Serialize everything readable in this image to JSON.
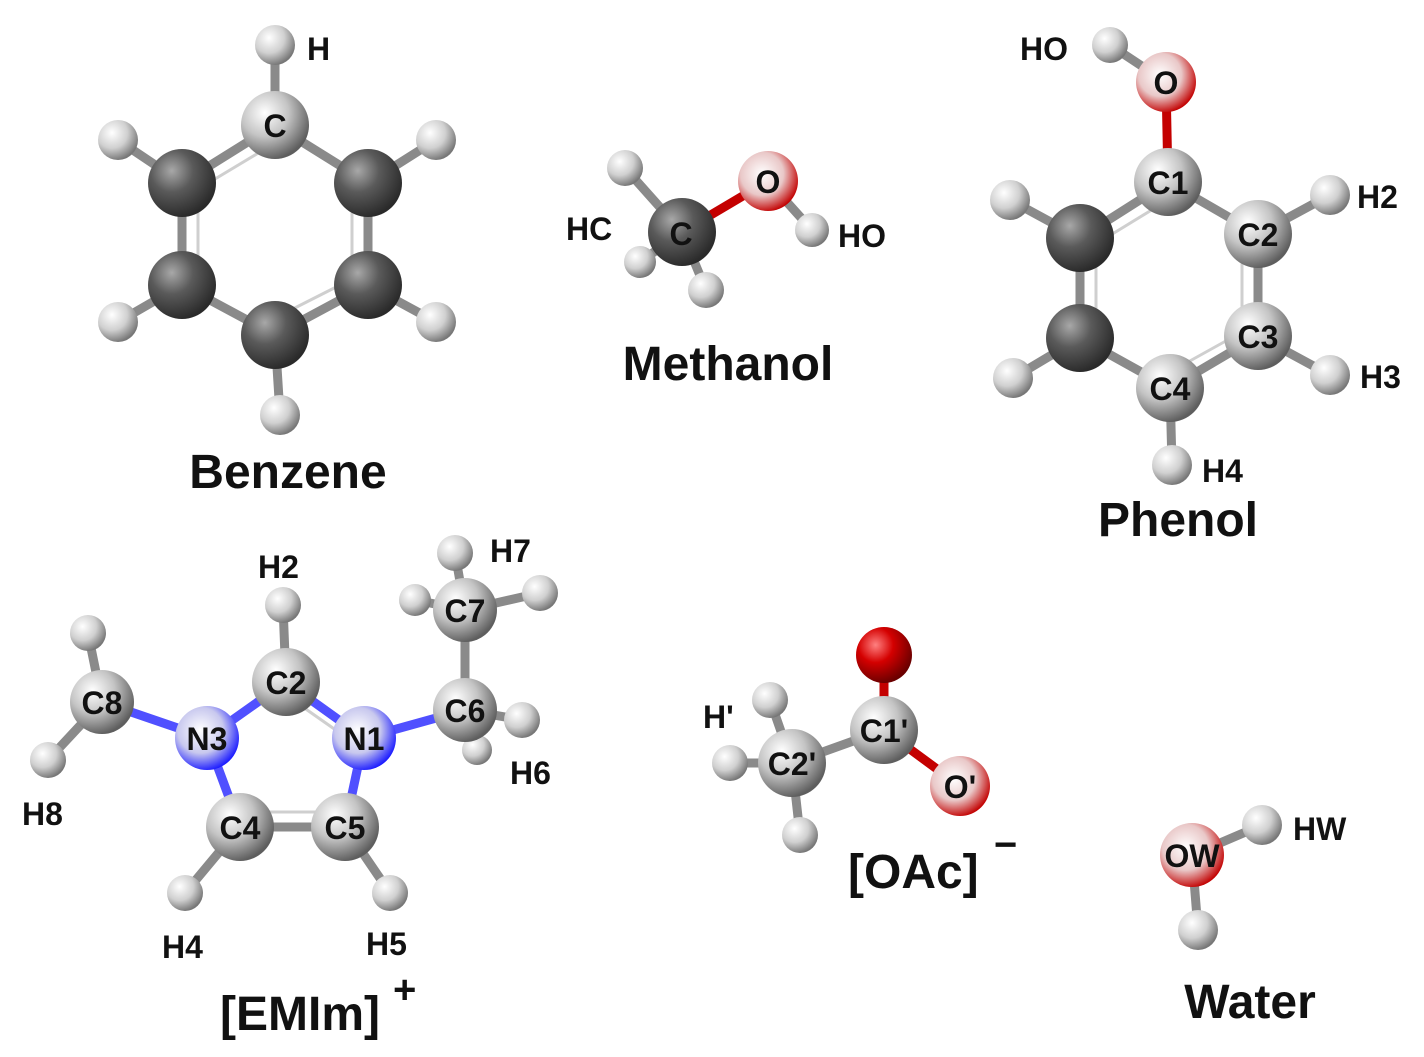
{
  "colors": {
    "carbon_dark": "#4a4a4a",
    "carbon_label": "#b9b9b9",
    "hydrogen": "#d8d8d8",
    "oxygen": "#d40000",
    "nitrogen": "#2a2aff",
    "bond": "#8a8a8a"
  },
  "molecules": {
    "benzene": {
      "title": "Benzene",
      "labels": {
        "c": "C",
        "h": "H"
      }
    },
    "methanol": {
      "title": "Methanol",
      "labels": {
        "c": "C",
        "o": "O",
        "hc": "HC",
        "ho": "HO"
      }
    },
    "phenol": {
      "title": "Phenol",
      "labels": {
        "ho": "HO",
        "o": "O",
        "c1": "C1",
        "c2": "C2",
        "c3": "C3",
        "c4": "C4",
        "h2": "H2",
        "h3": "H3",
        "h4": "H4"
      }
    },
    "emim": {
      "title": "[EMIm]",
      "charge": "+",
      "labels": {
        "c2": "C2",
        "n1": "N1",
        "n3": "N3",
        "c4": "C4",
        "c5": "C5",
        "c6": "C6",
        "c7": "C7",
        "c8": "C8",
        "h2": "H2",
        "h4": "H4",
        "h5": "H5",
        "h6": "H6",
        "h7": "H7",
        "h8": "H8"
      }
    },
    "oac": {
      "title": "[OAc]",
      "charge": "−",
      "labels": {
        "c1p": "C1'",
        "c2p": "C2'",
        "op": "O'",
        "hp": "H'"
      }
    },
    "water": {
      "title": "Water",
      "labels": {
        "ow": "OW",
        "hw": "HW"
      }
    }
  }
}
